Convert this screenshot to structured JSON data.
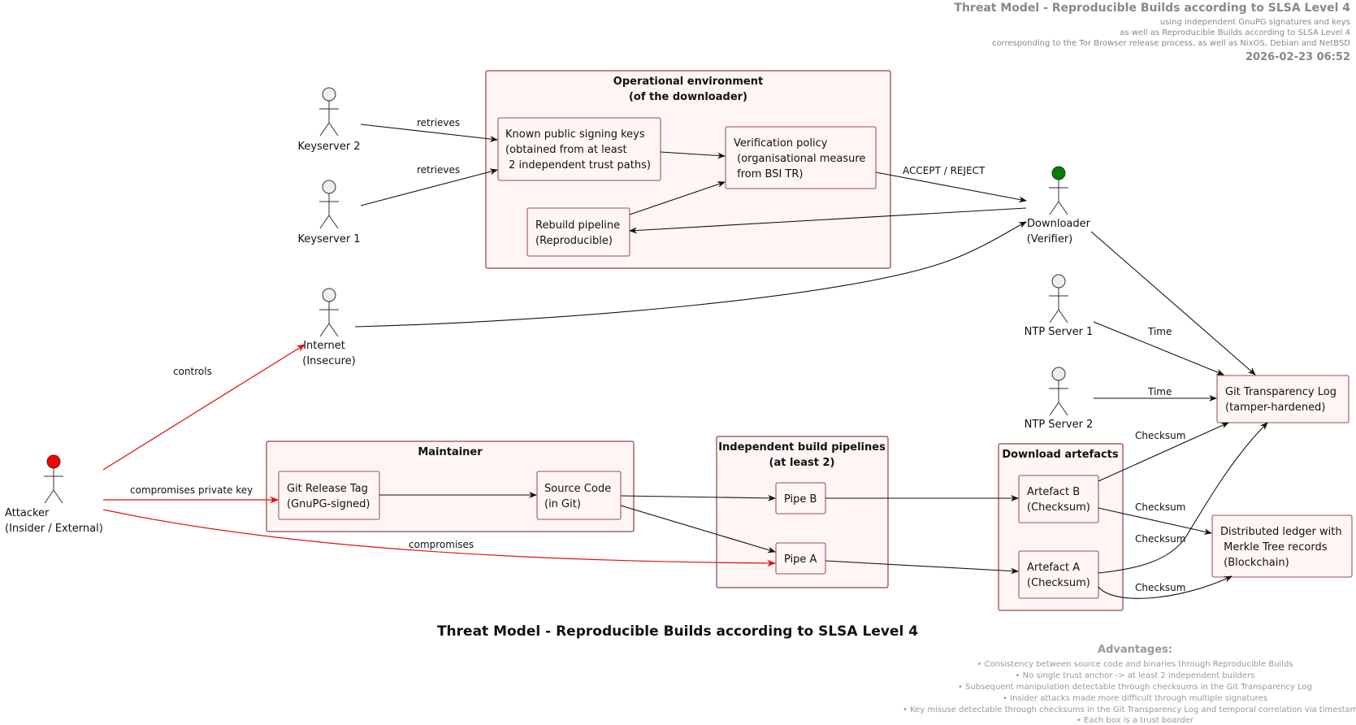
{
  "header": {
    "title": "Threat Model - Reproducible Builds according to SLSA Level 4",
    "lines": [
      "using independent GnuPG signatures and keys",
      "as well as Reproducible Builds according to SLSA Level 4",
      "corresponding to the Tor Browser release process, as well as NixOS, Debian and NetBSD"
    ],
    "date": "2026-02-23 06:52"
  },
  "caption": "Threat Model - Reproducible Builds according to SLSA Level 4",
  "groups": {
    "openv": [
      "Operational environment",
      "(of the downloader)"
    ],
    "maintainer": [
      "Maintainer"
    ],
    "pipelines": [
      "Independent build pipelines",
      "(at least 2)"
    ],
    "artefacts": [
      "Download artefacts"
    ]
  },
  "nodes": {
    "keys": [
      "Known public signing keys",
      "(obtained from at least",
      " 2 independent trust paths)"
    ],
    "policy": [
      "Verification policy",
      " (organisational measure",
      " from BSI TR)"
    ],
    "rebuild": [
      "Rebuild pipeline",
      "(Reproducible)"
    ],
    "tag": [
      "Git Release Tag",
      "(GnuPG-signed)"
    ],
    "source": [
      "Source Code",
      "(in Git)"
    ],
    "pipeB": [
      "Pipe B"
    ],
    "pipeA": [
      "Pipe A"
    ],
    "artB": [
      "Artefact B",
      "(Checksum)"
    ],
    "artA": [
      "Artefact A",
      "(Checksum)"
    ],
    "gitlog": [
      "Git Transparency Log",
      "(tamper-hardened)"
    ],
    "ledger": [
      "Distributed ledger with",
      " Merkle Tree records",
      " (Blockchain)"
    ]
  },
  "actors": {
    "ks2": [
      "Keyserver 2"
    ],
    "ks1": [
      "Keyserver 1"
    ],
    "internet": [
      "Internet",
      "(Insecure)"
    ],
    "downloader": [
      "Downloader",
      "(Verifier)"
    ],
    "ntp1": [
      "NTP Server 1"
    ],
    "ntp2": [
      "NTP Server 2"
    ],
    "attacker": [
      "Attacker",
      "(Insider / External)"
    ]
  },
  "colors": {
    "attacker": "#ff0000",
    "downloader": "#008000",
    "actor": "#eeeeee",
    "threat_edge": "#e01010"
  },
  "edge_labels": {
    "retrieves2": "retrieves",
    "retrieves1": "retrieves",
    "accept": "ACCEPT / REJECT",
    "time1": "Time",
    "time2": "Time",
    "checksum_b_log": "Checksum",
    "checksum_b_ledger": "Checksum",
    "checksum_a_log": "Checksum",
    "checksum_a_ledger": "Checksum",
    "controls": "controls",
    "compromises_key": "compromises private key",
    "compromises": "compromises"
  },
  "advantages": {
    "title": "Advantages:",
    "items": [
      "Consistency between source code and binaries through Reproducible Builds",
      "No single trust anchor -> at least 2 independent builders",
      "Subsequent manipulation detectable through checksums in the Git Transparency Log",
      "Insider attacks made more difficult through multiple signatures",
      "Key misuse detectable through checksums in the Git Transparency Log and temporal correlation via timestamps",
      "Each box is a trust boarder"
    ]
  }
}
